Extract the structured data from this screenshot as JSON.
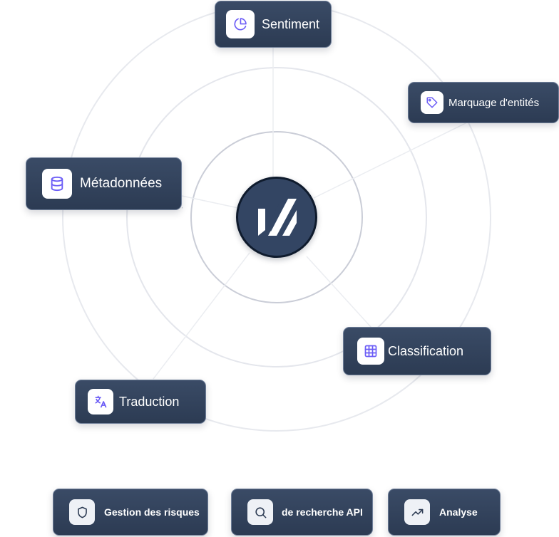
{
  "nodes": {
    "sentiment": {
      "label": "Sentiment",
      "icon": "pie-chart-icon"
    },
    "entity_tagging": {
      "label": "Marquage d'entités",
      "icon": "tag-icon"
    },
    "metadata": {
      "label": "Métadonnées",
      "icon": "database-icon"
    },
    "classification": {
      "label": "Classification",
      "icon": "grid-icon"
    },
    "translation": {
      "label": "Traduction",
      "icon": "translate-icon"
    },
    "risk": {
      "label": "Gestion des risques",
      "icon": "shield-icon"
    },
    "search_api": {
      "label": "de recherche API",
      "icon": "search-icon"
    },
    "analytics": {
      "label": "Analyse",
      "icon": "trending-up-icon"
    }
  },
  "hub": {
    "icon": "brand-logo-icon"
  },
  "colors": {
    "node_bg": "#33445e",
    "node_border": "#6f7f99",
    "icon_accent": "#6b5cf6",
    "ring": "#e4e6ec",
    "inner_ring": "#c9ccd6"
  }
}
